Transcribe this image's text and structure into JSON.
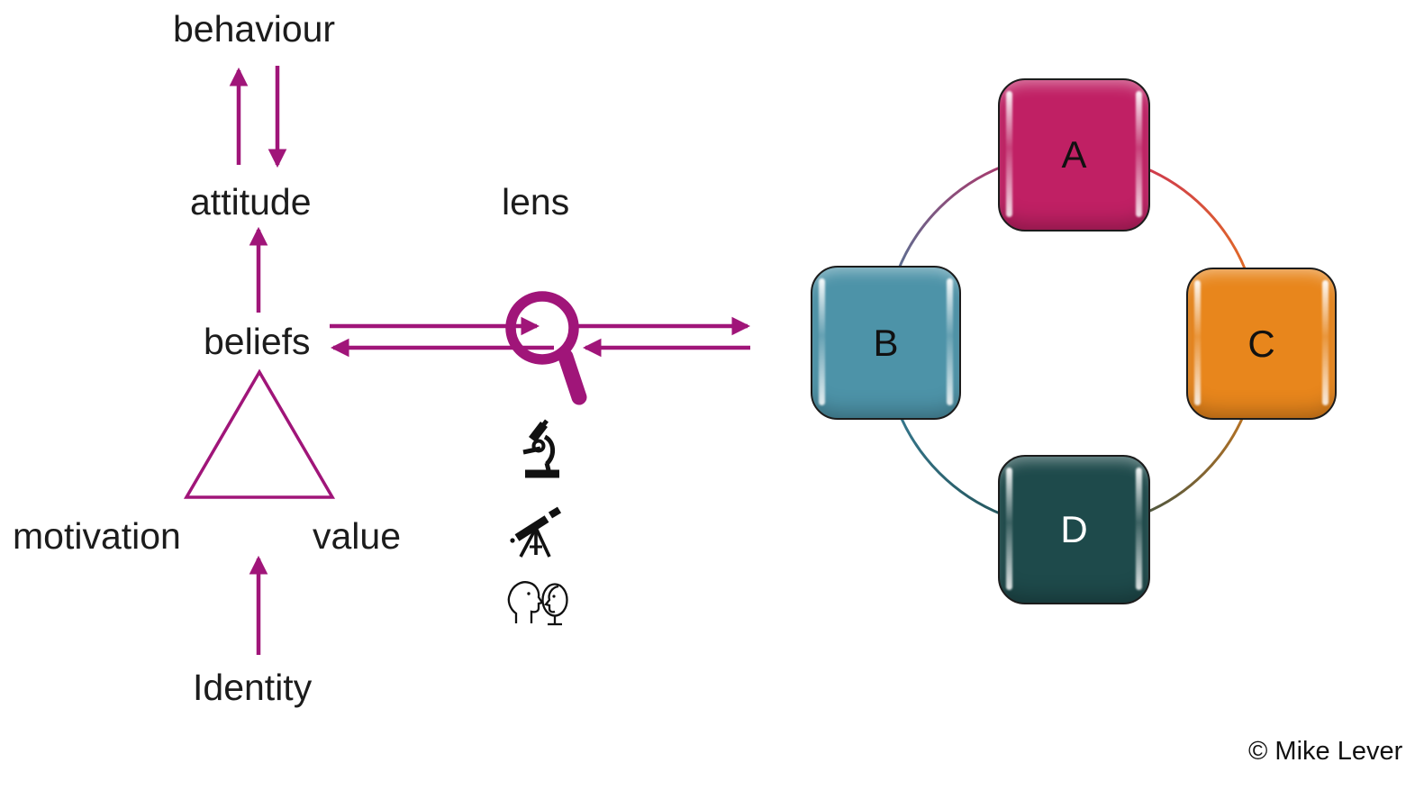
{
  "diagram": {
    "internal_model": {
      "behaviour_label": "behaviour",
      "attitude_label": "attitude",
      "beliefs_label": "beliefs",
      "motivation_label": "motivation",
      "value_label": "value",
      "identity_label": "Identity"
    },
    "lens": {
      "label": "lens",
      "icons": [
        "magnifier-icon",
        "microscope-icon",
        "telescope-icon",
        "mirror-reflection-icon"
      ]
    },
    "cycle": {
      "nodes": [
        {
          "label": "A",
          "color": "#c02064",
          "text_color": "#111111",
          "position": "top"
        },
        {
          "label": "B",
          "color": "#4d93a8",
          "text_color": "#111111",
          "position": "left"
        },
        {
          "label": "C",
          "color": "#e8861c",
          "text_color": "#111111",
          "position": "right"
        },
        {
          "label": "D",
          "color": "#1e4a4b",
          "text_color": "#ffffff",
          "position": "bottom"
        }
      ],
      "ring_colors": {
        "near_a": "#c7245e",
        "near_b": "#3d84a0",
        "near_c": "#e87f17",
        "near_d": "#1e4a4b"
      }
    },
    "footer": {
      "copyright": "© Mike Lever"
    },
    "colors": {
      "arrow_magenta": "#a01579",
      "icon_black": "#111111",
      "text": "#1c1c1c",
      "background": "#ffffff"
    }
  }
}
